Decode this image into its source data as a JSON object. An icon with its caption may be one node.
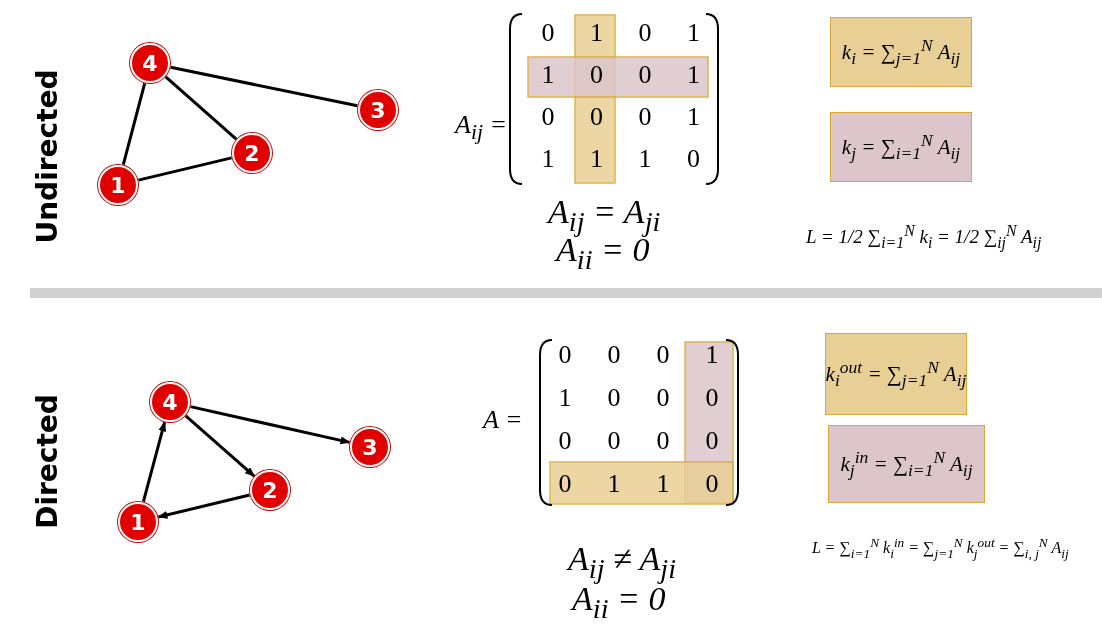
{
  "diagram": {
    "nodes": [
      {
        "text": [
          "4"
        ]
      },
      {
        "text": [
          "3"
        ]
      },
      {
        "text": [
          "2"
        ]
      },
      {
        "text": [
          "1"
        ]
      },
      {
        "text": [
          "k$_{i}$ = ∑$_{j=1}$$^{N}$ A$_{ij}$"
        ]
      },
      {
        "text": [
          "k$_{j}$ = ∑$_{i=1}$$^{N}$ A$_{ij}$"
        ]
      },
      {
        "text": [
          "4"
        ]
      },
      {
        "text": [
          "3"
        ]
      },
      {
        "text": [
          "2"
        ]
      },
      {
        "text": [
          "1"
        ]
      },
      {
        "text": [
          "k$_{i}$$^{out}$ = ∑$_{j=1}$$^{N}$ A$_{ij}$"
        ]
      },
      {
        "text": [
          "k$_{j}$$^{in}$ = ∑$_{i=1}$$^{N}$ A$_{ij}$"
        ]
      }
    ],
    "edges": [
      {
        "from": 0,
        "to": 3,
        "arrow": "none"
      },
      {
        "from": 0,
        "to": 2,
        "arrow": "none"
      },
      {
        "from": 0,
        "to": 1,
        "arrow": "none"
      },
      {
        "from": 3,
        "to": 2,
        "arrow": "none"
      },
      {
        "from": 9,
        "to": 6,
        "arrow": "to"
      },
      {
        "from": 6,
        "to": 8,
        "arrow": "to"
      },
      {
        "from": 6,
        "to": 7,
        "arrow": "to"
      },
      {
        "from": 8,
        "to": 9,
        "arrow": "to"
      }
    ],
    "labels": [
      "Undirected",
      "A$_{ij}$ =",
      "0",
      "1",
      "0",
      "1",
      "1",
      "0",
      "0",
      "1",
      "0",
      "0",
      "0",
      "1",
      "1",
      "1",
      "1",
      "0",
      "A$_{ij}$ = A$_{ji}$",
      "A$_{ii}$ = 0",
      "L = 1/2 ∑$_{i=1}$$^{N}$ k$_{i}$ = 1/2 ∑$_{ij}$$^{N}$ A$_{ij}$",
      "Directed",
      "A =",
      "0",
      "0",
      "0",
      "1",
      "1",
      "0",
      "0",
      "0",
      "0",
      "0",
      "0",
      "0",
      "0",
      "1",
      "1",
      "0",
      "A$_{ij}$ ≠ A$_{ji}$",
      "A$_{ii}$ = 0",
      "L = ∑$_{i=1}$$^{N}$ k$_{i}$$^{in}$ = ∑$_{j=1}$$^{N}$ k$_{j}$$^{out}$ = ∑$_{i, j}$$^{N}$ A$_{ij}$"
    ]
  }
}
